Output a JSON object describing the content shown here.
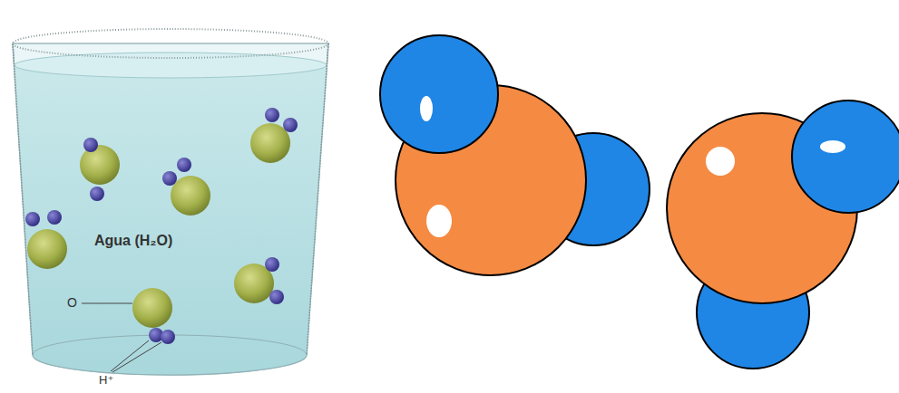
{
  "diagram": {
    "labels": [
      "Agua (H₂O)",
      "O",
      "H⁺"
    ]
  }
}
